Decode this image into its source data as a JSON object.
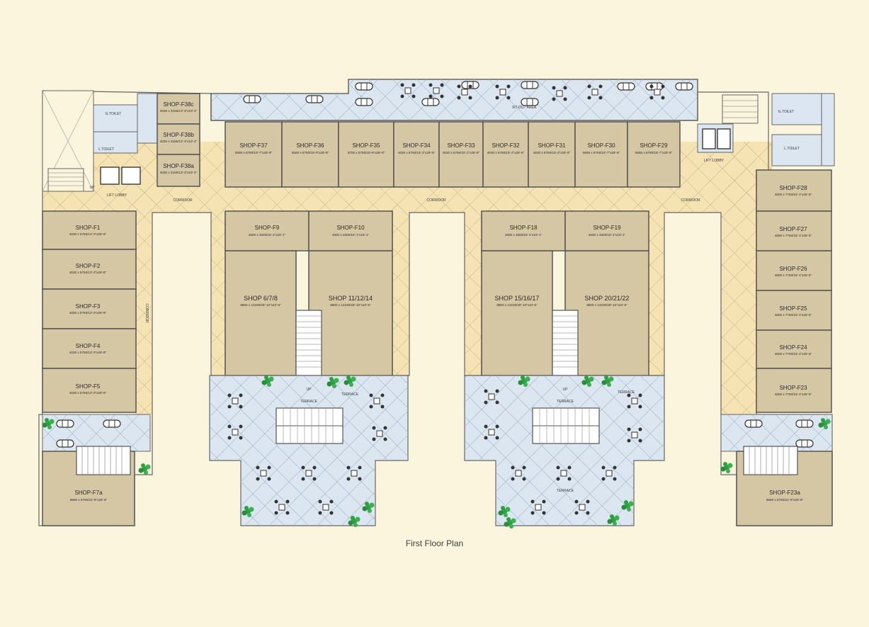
{
  "caption": "First Floor Plan",
  "colors": {
    "background": "#fbf5dd",
    "shop": "#d6c7a4",
    "corridor": "#f5e3b3",
    "terrace": "#dbe6f0",
    "outline": "#555555",
    "plant": "#2ea043"
  },
  "shops": {
    "f1": {
      "name": "SHOP-F1",
      "dim": "4030 x 8750/13'-3\"x28'-8\""
    },
    "f2": {
      "name": "SHOP-F2",
      "dim": "4030 x 8750/13'-3\"x28'-8\""
    },
    "f3": {
      "name": "SHOP-F3",
      "dim": "4030 x 8750/13'-3\"x28'-8\""
    },
    "f4": {
      "name": "SHOP-F4",
      "dim": "4030 x 8750/13'-3\"x28'-8\""
    },
    "f5": {
      "name": "SHOP-F5",
      "dim": "4030 x 8750/13'-3\"x28'-8\""
    },
    "f7a": {
      "name": "SHOP-F7a",
      "dim": "9660 x 8750/31'-8\"x28'-8\""
    },
    "f38c": {
      "name": "SHOP-F38c",
      "dim": "4030 x 3165/13'-3\"x10'-4\""
    },
    "f38b": {
      "name": "SHOP-F38b",
      "dim": "4030 x 3165/13'-3\"x10'-4\""
    },
    "f38a": {
      "name": "SHOP-F38a",
      "dim": "4030 x 3165/13'-3\"x10'-4\""
    },
    "f37": {
      "name": "SHOP-F37",
      "dim": "5665 x 8750/18'-7\"x28'-8\""
    },
    "f36": {
      "name": "SHOP-F36",
      "dim": "5500 x 8750/18'-0\"x28'-8\""
    },
    "f35": {
      "name": "SHOP-F35",
      "dim": "5700 x 8750/18'-8\"x28'-8\""
    },
    "f34": {
      "name": "SHOP-F34",
      "dim": "4630 x 8750/15'-2\"x28'-8\""
    },
    "f33": {
      "name": "SHOP-F33",
      "dim": "4630 x 8750/15'-2\"x28'-8\""
    },
    "f32": {
      "name": "SHOP-F32",
      "dim": "4630 x 8750/15'-2\"x28'-8\""
    },
    "f31": {
      "name": "SHOP-F31",
      "dim": "4630 x 8750/15'-2\"x28'-8\""
    },
    "f30": {
      "name": "SHOP-F30",
      "dim": "5665 x 8750/18'-7\"x28'-8\""
    },
    "f29": {
      "name": "SHOP-F29",
      "dim": "5665 x 8750/18'-7\"x28'-8\""
    },
    "f9": {
      "name": "SHOP-F9",
      "dim": "4600 x 4600/15'-1\"x15'-1\""
    },
    "f10": {
      "name": "SHOP-F10",
      "dim": "4600 x 4600/15'-1\"x15'-1\""
    },
    "f18": {
      "name": "SHOP-F18",
      "dim": "4600 x 4600/15'-1\"x15'-1\""
    },
    "f19": {
      "name": "SHOP-F19",
      "dim": "4600 x 4600/15'-1\"x15'-1\""
    },
    "s678": {
      "name": "SHOP 6/7/8",
      "dim": "8800 x 13230/28'-10\"x43'-5\""
    },
    "s111214": {
      "name": "SHOP 11/12/14",
      "dim": "8800 x 13230/28'-10\"x43'-5\""
    },
    "s151617": {
      "name": "SHOP 15/16/17",
      "dim": "8800 x 13230/28'-10\"x43'-5\""
    },
    "s202122": {
      "name": "SHOP 20/21/22",
      "dim": "8800 x 13230/28'-10\"x43'-5\""
    },
    "f28": {
      "name": "SHOP-F28",
      "dim": "4600 x 7750/15'-1\"x25'-5\""
    },
    "f27": {
      "name": "SHOP-F27",
      "dim": "4600 x 7750/15'-1\"x25'-5\""
    },
    "f26": {
      "name": "SHOP-F26",
      "dim": "4600 x 7750/15'-1\"x25'-5\""
    },
    "f25": {
      "name": "SHOP-F25",
      "dim": "4600 x 7750/15'-1\"x25'-5\""
    },
    "f24": {
      "name": "SHOP-F24",
      "dim": "4600 x 7750/15'-1\"x25'-5\""
    },
    "f23": {
      "name": "SHOP-F23",
      "dim": "4600 x 7750/15'-1\"x25'-5\""
    },
    "f23a": {
      "name": "SHOP-F23a",
      "dim": "9660 x 8750/31'-8\"x28'-8\""
    }
  },
  "areas": {
    "sitout": "SIT-OUT AREA",
    "corridor1": "CORRIDOR",
    "corridor2": "CORRIDOR",
    "corridor3": "CORRIDOR",
    "corridor_v": "CORRIDOR",
    "lift_lobby_l": "LIFT LOBBY",
    "lift_lobby_r": "LIFT LOBBY",
    "terrace1": "TERRACE",
    "terrace2": "TERRACE",
    "terrace3": "TERRACE",
    "terrace4": "TERRACE",
    "terrace5": "TERRACE",
    "g_toilet_l": "G.TOILET",
    "l_toilet_l": "L.TOILET",
    "g_toilet_r": "G.TOILET",
    "l_toilet_r": "L.TOILET",
    "up1": "UP",
    "up2": "UP",
    "up3": "UP"
  }
}
